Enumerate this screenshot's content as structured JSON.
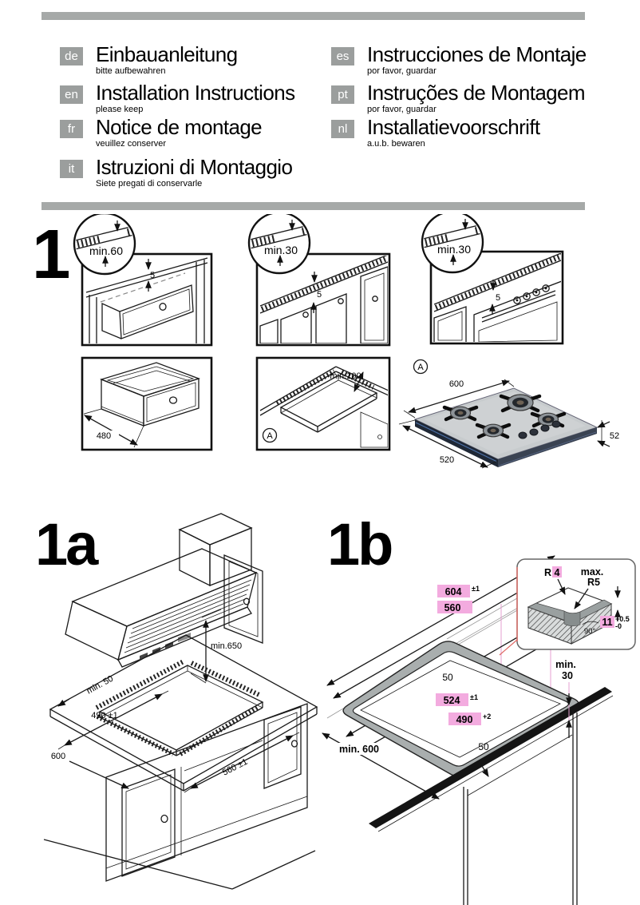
{
  "header": {
    "languages": [
      {
        "code": "de",
        "title": "Einbauanleitung",
        "subtitle": "bitte aufbewahren"
      },
      {
        "code": "en",
        "title": "Installation Instructions",
        "subtitle": "please keep"
      },
      {
        "code": "fr",
        "title": "Notice de montage",
        "subtitle": "veuillez conserver"
      },
      {
        "code": "it",
        "title": "Istruzioni di Montaggio",
        "subtitle": "Siete pregati di conservarle"
      },
      {
        "code": "es",
        "title": "Instrucciones de Montaje",
        "subtitle": "por favor, guardar"
      },
      {
        "code": "pt",
        "title": "Instruções de Montagem",
        "subtitle": "por favor, guardar"
      },
      {
        "code": "nl",
        "title": "Installatievoorschrift",
        "subtitle": "a.u.b. bewaren"
      }
    ]
  },
  "sections": {
    "fig1": "1",
    "fig1a": "1a",
    "fig1b": "1b"
  },
  "fig1": {
    "thickness_callouts": [
      "min.60",
      "min.30",
      "min.30"
    ],
    "gap_dim": "5",
    "drawer_depth": "480",
    "rear_clearance": "min.100",
    "ref_marker": "A",
    "hob": {
      "width": "600",
      "depth": "520",
      "height": "52"
    }
  },
  "fig1a": {
    "hood_clearance": "min.650",
    "edge_clearance": "min. 50",
    "cutout_depth": "490 ±1",
    "worktop_depth": "600",
    "cutout_width": "560 ±1"
  },
  "fig1b": {
    "appliance_width": "604",
    "appliance_width_tol": "±1",
    "cutout_width": "560",
    "front_seal": "50",
    "appliance_depth": "524",
    "appliance_depth_tol": "±1",
    "cutout_depth": "490",
    "cutout_depth_tol": "+2",
    "worktop_depth_min": "min. 600",
    "rear_seal": "50",
    "wall_clearance_label": "min.",
    "wall_clearance_value": "30",
    "inset": {
      "radius_prefix": "R",
      "radius_value": "4",
      "max_label": "max.",
      "max_radius": "R5",
      "edge_height": "11",
      "tol_plus": "+0.5",
      "tol_minus": "-0",
      "angle": "90°"
    }
  },
  "colors": {
    "divider_bar": "#a6a9a8",
    "language_badge": "#9b9e9d",
    "highlight": "#f3abdf",
    "edge_leader_red": "#e06a66"
  }
}
